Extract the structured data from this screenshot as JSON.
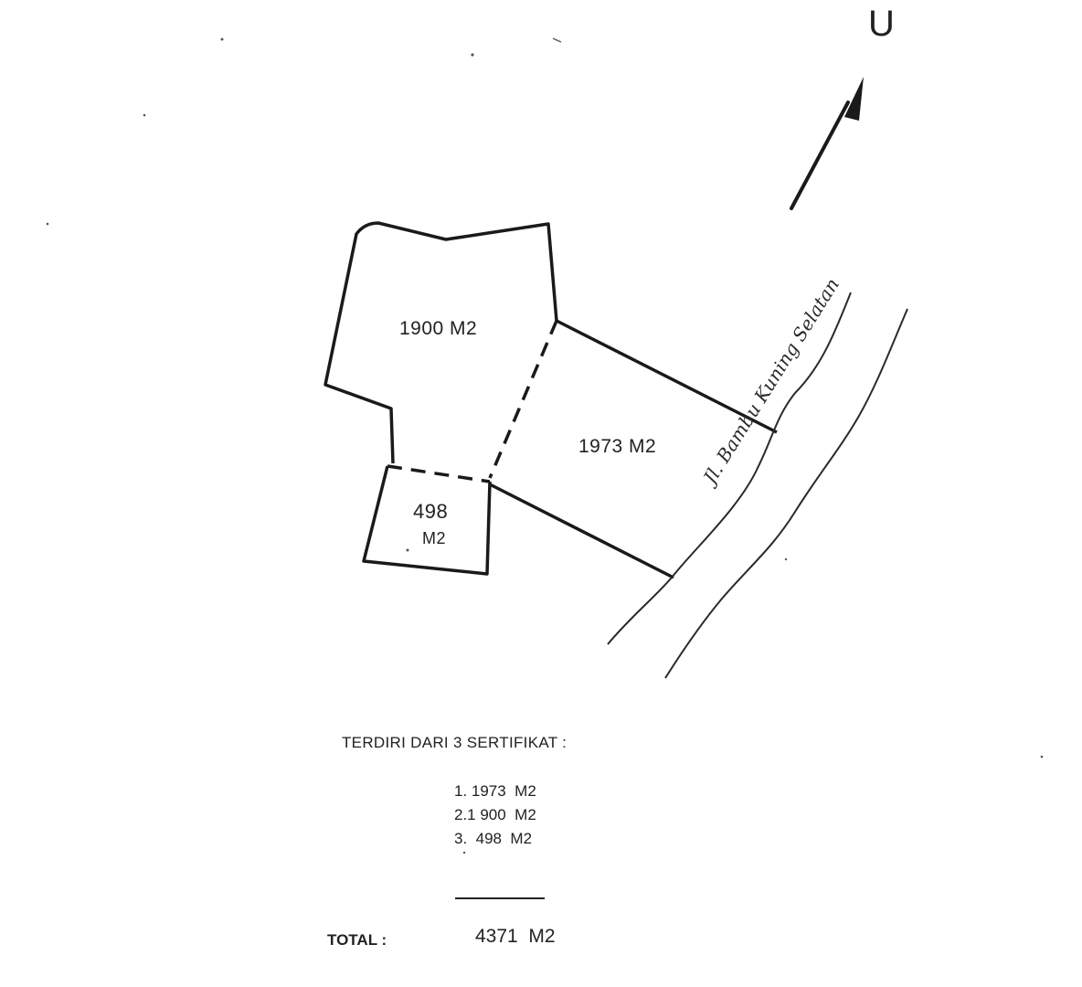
{
  "north": {
    "letter": "U",
    "icon": "north-arrow-icon"
  },
  "plots": [
    {
      "area": "1900 M2"
    },
    {
      "area": "1973 M2"
    },
    {
      "area_number": "498",
      "area_unit": "M2"
    }
  ],
  "road": {
    "name": "Jl. Bambu Kuning Selatan"
  },
  "certificates": {
    "heading": "TERDIRI DARI 3 SERTIFIKAT :",
    "items": [
      "1. 1973  M2",
      "2.1 900  M2",
      "3.  498  M2"
    ]
  },
  "total": {
    "label": "TOTAL :",
    "value": "4371  M2"
  },
  "colors": {
    "ink": "#1a1a1a",
    "paper": "#ffffff"
  }
}
